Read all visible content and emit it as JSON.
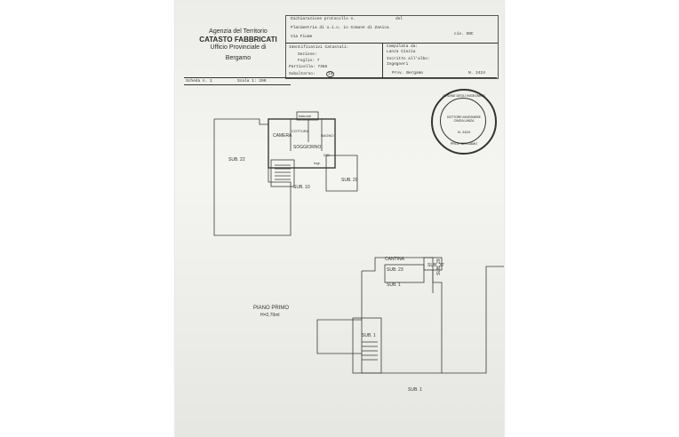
{
  "header": {
    "agency": "Agenzia del Territorio",
    "catasto": "CATASTO FABBRICATI",
    "ufficio": "Ufficio Provinciale di",
    "city": "Bergamo"
  },
  "form": {
    "dichiarazione": "Dichiarazione protocollo n.",
    "del": "del",
    "planimetria": "Planimetria di u.i.u. in Comune di Zanica",
    "via": "Via Fiume",
    "civ": "civ. SNC",
    "identificativi": "Identificativi Catastali:",
    "sezione": "Sezione:",
    "foglio": "Foglio: 7",
    "particella": "Particella: 7368",
    "subalterno": "Subalterno:",
    "subalterno_value": "19",
    "compilata": "Compilata da:",
    "compilatore": "Lanza Cinzia",
    "iscritto": "Iscritto all'albo:",
    "albo": "Ingegneri",
    "prov": "Prov. Bergamo",
    "numero": "N. 2424",
    "scheda": "Scheda n. 1",
    "scala": "Scala 1: 200"
  },
  "plan": {
    "balcone": "balcone",
    "camera": "CAMERA",
    "cottura": "COTTURA",
    "bagno": "BAGNO",
    "soggiorno": "SOGGIORNO",
    "ingr": "Ingr.",
    "dis": "DIS.",
    "sub22": "SUB. 22",
    "sub10": "SUB. 10",
    "sub20": "SUB. 20",
    "cantina": "CANTINA",
    "sub23": "SUB. 23",
    "sub37": "SUB. 37",
    "sub29": "SUB. 29",
    "sub1_a": "SUB. 1",
    "sub1_b": "SUB. 1",
    "sub1_c": "SUB. 1",
    "piano": "PIANO PRIMO",
    "altezza": "H=2,70ml"
  },
  "stamp": {
    "top": "ORDINE DEGLI INGEGNERI",
    "middle": "DOTTORE INGEGNERE CINZIA LANZA",
    "num": "N. 2424",
    "bottom": "PROV. BERGAMO"
  }
}
